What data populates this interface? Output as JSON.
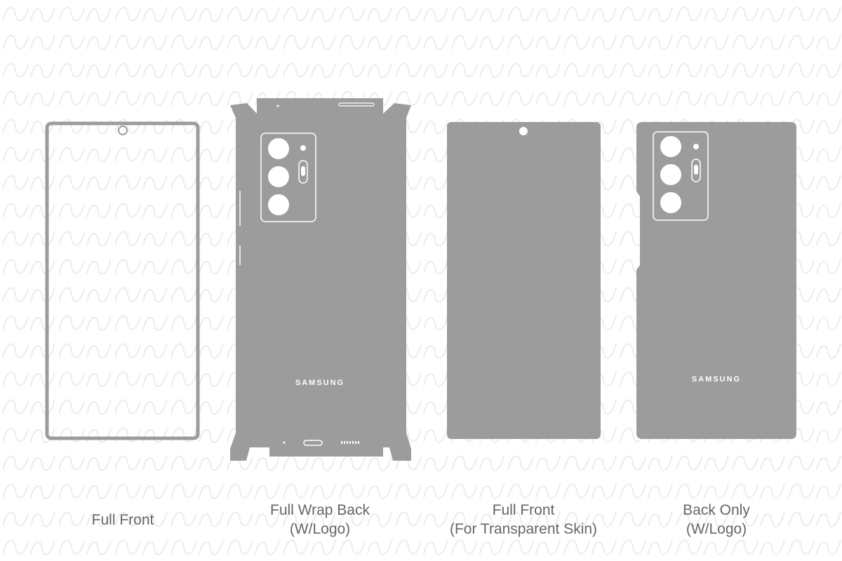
{
  "colors": {
    "skin_fill": "#9c9c9c",
    "outline": "#ffffff",
    "frame_stroke": "#9c9c9c",
    "caption_text": "#666666",
    "watermark_stroke": "#ececec",
    "background": "#ffffff"
  },
  "templates": [
    {
      "id": "full-front",
      "caption": [
        "Full Front"
      ],
      "icons": [
        "punch-hole-camera-icon"
      ]
    },
    {
      "id": "full-wrap-back",
      "caption": [
        "Full Wrap Back",
        "(W/Logo)"
      ],
      "logo": "SAMSUNG",
      "icons": [
        "camera-module-icon",
        "usb-port-icon",
        "speaker-grille-icon",
        "microphone-icon"
      ]
    },
    {
      "id": "full-front-transparent",
      "caption": [
        "Full Front",
        "(For Transparent Skin)"
      ],
      "icons": [
        "punch-hole-camera-icon"
      ]
    },
    {
      "id": "back-only",
      "caption": [
        "Back Only",
        "(W/Logo)"
      ],
      "logo": "SAMSUNG",
      "icons": [
        "camera-module-icon"
      ]
    }
  ]
}
